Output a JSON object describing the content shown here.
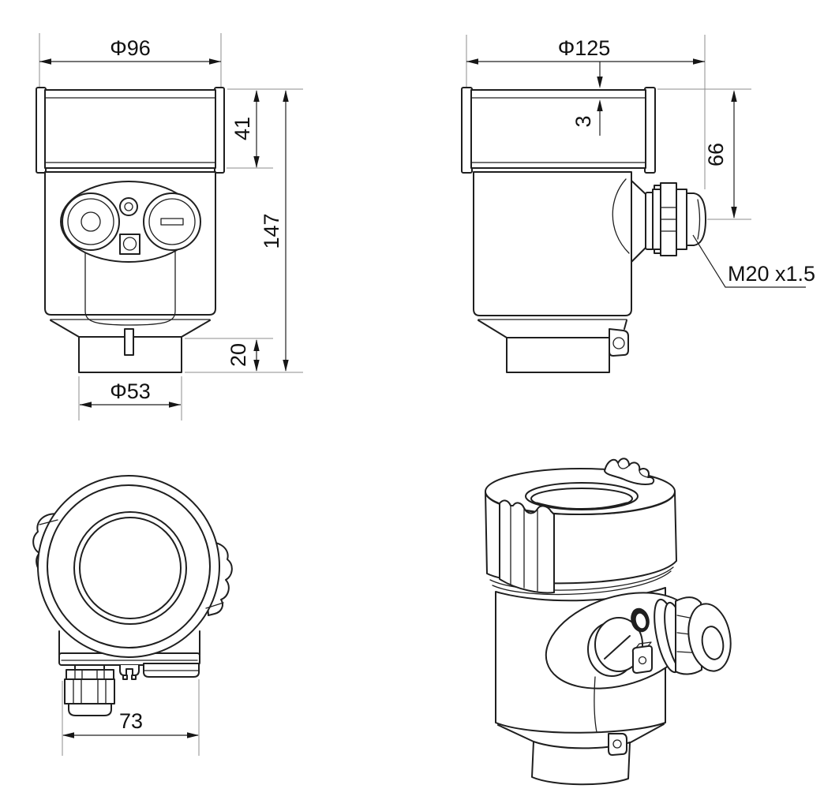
{
  "drawing": {
    "title": "level-transmitter-dimension-drawing",
    "background": "#ffffff",
    "line_color": "#1f1f1f",
    "dim_text_color": "#111111",
    "views": {
      "front": {
        "dims": {
          "top_width": "Φ96",
          "cap_height": "41",
          "total_height": "147",
          "neck_height": "20",
          "neck_width": "Φ53"
        }
      },
      "side": {
        "dims": {
          "top_width": "Φ125",
          "lip_thickness": "3",
          "entry_height": "66",
          "thread": "M20 x1.5"
        }
      },
      "top": {
        "dims": {
          "body_width": "73"
        }
      },
      "perspective": {
        "dims": {}
      }
    }
  }
}
